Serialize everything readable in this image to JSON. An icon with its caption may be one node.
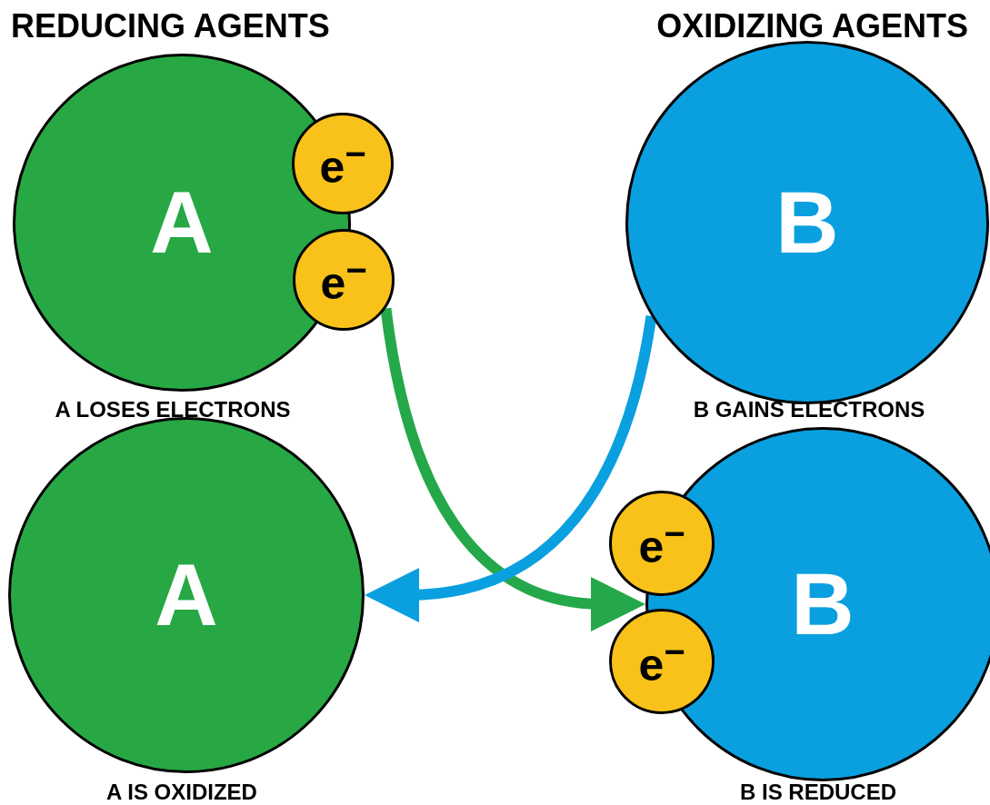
{
  "diagram": {
    "nodes": [
      {
        "text": [
          "A"
        ],
        "beside": [
          "A LOSES ELECTRONS"
        ]
      },
      {
        "text": [
          "e$^{−}$"
        ]
      },
      {
        "text": [
          "e$^{−}$"
        ]
      },
      {
        "text": [
          "B"
        ],
        "beside": [
          "B GAINS ELECTRONS"
        ]
      },
      {
        "text": [
          "A"
        ],
        "beside": [
          "A IS OXIDIZED"
        ]
      },
      {
        "text": [
          "B"
        ],
        "beside": [
          "B IS REDUCED"
        ]
      },
      {
        "text": [
          "e$^{−}$"
        ]
      },
      {
        "text": [
          "e$^{−}$"
        ]
      }
    ],
    "edges": [
      {
        "from": 2,
        "to": 5,
        "arrow": "to",
        "color": "#24a84a"
      },
      {
        "from": 3,
        "to": 4,
        "arrow": "to",
        "color": "#0aa0e0"
      }
    ],
    "labels": [
      "REDUCING AGENTS",
      "OXIDIZING AGENTS"
    ]
  }
}
